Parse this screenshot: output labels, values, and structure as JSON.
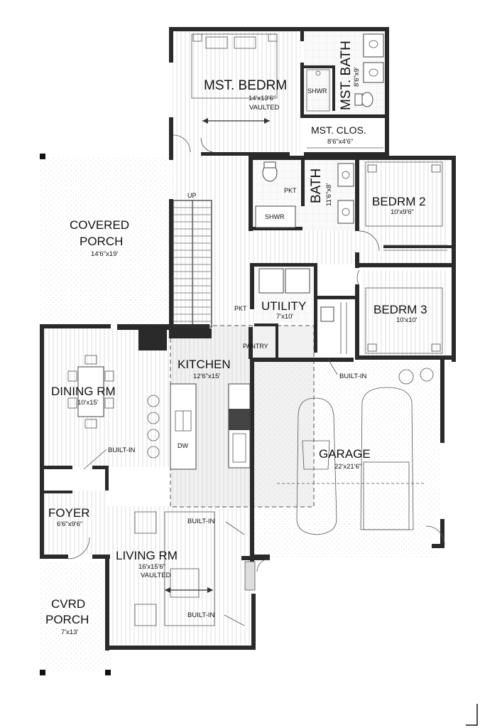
{
  "rooms": {
    "master_bedroom": {
      "name": "MST. BEDRM",
      "dim": "14'x13'6\"",
      "note": "VAULTED"
    },
    "master_bath": {
      "name": "MST. BATH",
      "dim": "8'6\"x9'"
    },
    "master_closet": {
      "name": "MST. CLOS.",
      "dim": "8'6\"x4'6\""
    },
    "bath": {
      "name": "BATH",
      "dim": "11'6\"x8'"
    },
    "bedroom_2": {
      "name": "BEDRM 2",
      "dim": "10'x9'6\""
    },
    "bedroom_3": {
      "name": "BEDRM 3",
      "dim": "10'x10'"
    },
    "utility": {
      "name": "UTILITY",
      "dim": "7'x10'"
    },
    "covered_porch": {
      "name_line1": "COVERED",
      "name_line2": "PORCH",
      "dim": "14'6\"x19'"
    },
    "dining": {
      "name": "DINING RM",
      "dim": "10'x15'"
    },
    "kitchen": {
      "name": "KITCHEN",
      "dim": "12'6\"x15'"
    },
    "garage": {
      "name": "GARAGE",
      "dim": "22'x21'6\""
    },
    "foyer": {
      "name": "FOYER",
      "dim": "6'6\"x9'6\""
    },
    "living": {
      "name": "LIVING RM",
      "dim": "16'x15'6\"",
      "note": "VAULTED"
    },
    "cvrd_porch": {
      "name_line1": "CVRD",
      "name_line2": "PORCH",
      "dim": "7'x13'"
    }
  },
  "labels": {
    "shwr_master": "SHWR",
    "shwr_bath": "SHWR",
    "pkt_bath": "PKT",
    "pkt_utility": "PKT",
    "pantry": "PANTRY",
    "built_in_garage": "BUILT-IN",
    "built_in_dining": "BUILT-IN",
    "built_in_living_top": "BUILT-IN",
    "built_in_living_bottom": "BUILT-IN",
    "dw": "DW",
    "stair_up": "UP"
  }
}
